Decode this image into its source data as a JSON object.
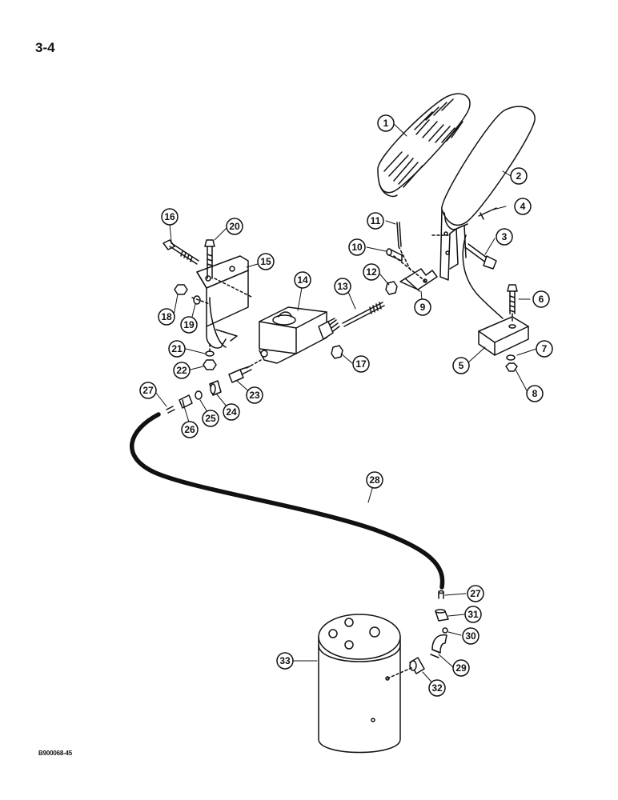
{
  "page_number": "3-4",
  "figure_code": "B900068-45",
  "callouts": [
    "1",
    "2",
    "3",
    "4",
    "5",
    "6",
    "7",
    "8",
    "9",
    "10",
    "11",
    "12",
    "13",
    "14",
    "15",
    "16",
    "17",
    "18",
    "19",
    "20",
    "21",
    "22",
    "23",
    "24",
    "25",
    "26",
    "27",
    "27",
    "28",
    "29",
    "30",
    "31",
    "32",
    "33"
  ]
}
